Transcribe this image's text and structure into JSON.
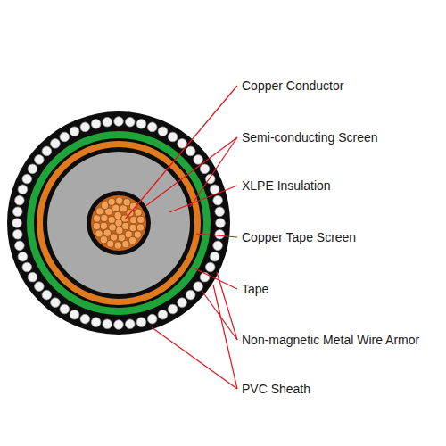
{
  "diagram": {
    "labels": [
      "Copper Conductor",
      "Semi-conducting Screen",
      "XLPE Insulation",
      "Copper Tape Screen",
      "Tape",
      "Non-magnetic Metal Wire Armor",
      "PVC Sheath"
    ]
  }
}
